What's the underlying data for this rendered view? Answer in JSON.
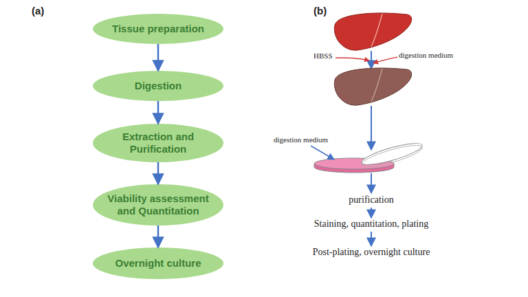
{
  "diagram": {
    "nodes": [
      {
        "text": [
          "Tissue preparation"
        ]
      },
      {
        "text": [
          "Digestion"
        ]
      },
      {
        "text": [
          "Extraction and Purification"
        ]
      },
      {
        "text": [
          "Viability assessment and Quantitation"
        ]
      },
      {
        "text": [
          "Overnight culture"
        ]
      }
    ],
    "edges": [
      {
        "from": 0,
        "to": 1,
        "arrow": "to"
      },
      {
        "from": 1,
        "to": 2,
        "arrow": "to"
      },
      {
        "from": 2,
        "to": 3,
        "arrow": "to"
      },
      {
        "from": 3,
        "to": 4,
        "arrow": "to"
      }
    ],
    "labels": [
      "(a)",
      "(b)",
      "HBSS",
      "digestion medium",
      "digestion medium",
      "purification",
      "Staining, quantitation, plating",
      "Post-plating, overnight culture"
    ]
  }
}
